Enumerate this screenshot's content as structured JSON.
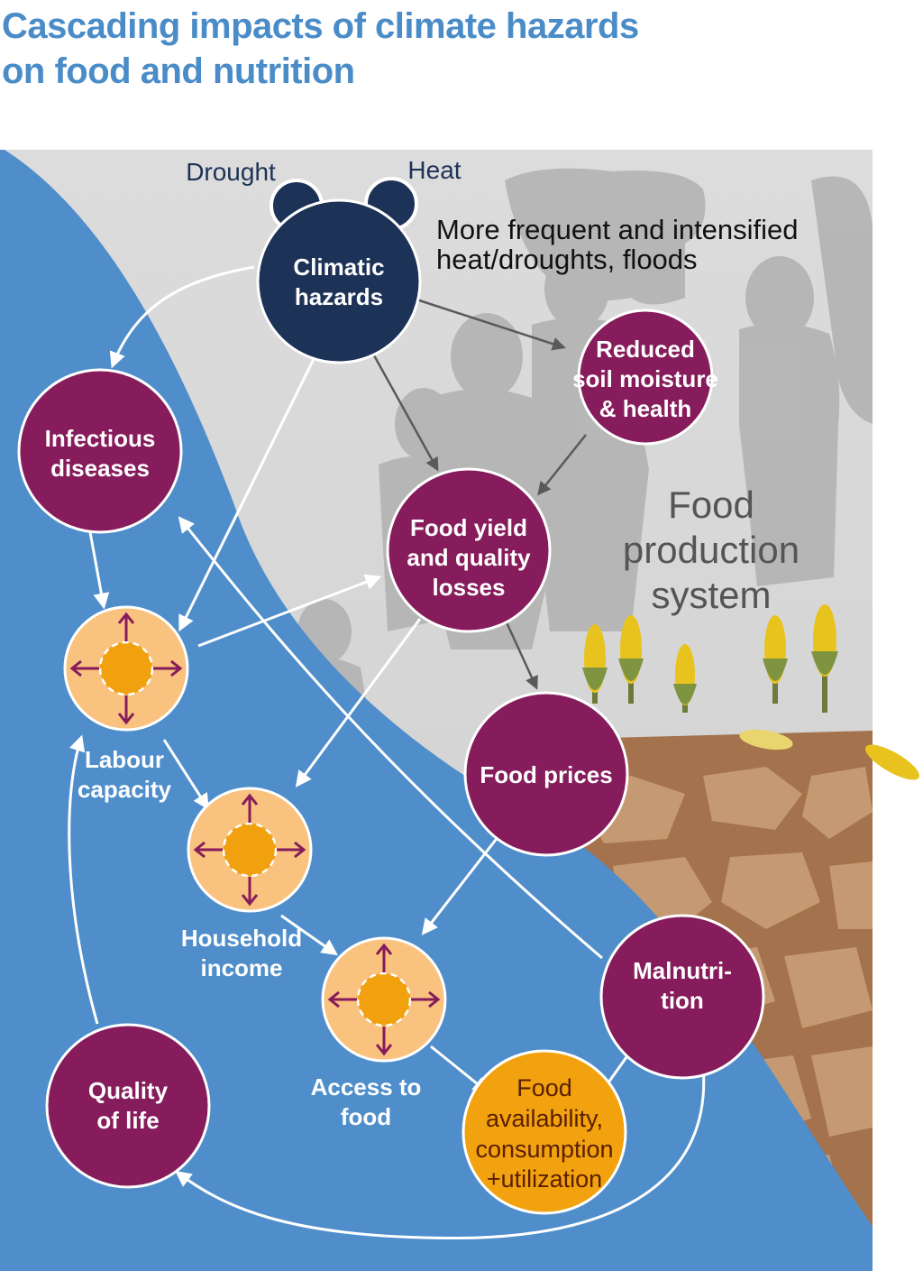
{
  "title": {
    "line1": "Cascading impacts of climate hazards",
    "line2": "on food and nutrition"
  },
  "hazards": {
    "drought": "Drought",
    "heat": "Heat",
    "center": [
      "Climatic",
      "hazards"
    ],
    "note": [
      "More frequent and intensified",
      "heat/droughts, floods"
    ]
  },
  "system_label": [
    "Food",
    "production",
    "system"
  ],
  "nodes": {
    "soil": [
      "Reduced",
      "soil moisture",
      "& health"
    ],
    "infectious": [
      "Infectious",
      "diseases"
    ],
    "yield": [
      "Food yield",
      "and quality",
      "losses"
    ],
    "prices": [
      "Food prices"
    ],
    "malnutrition": [
      "Malnutri-",
      "tion"
    ],
    "quality_of_life": [
      "Quality",
      "of life"
    ]
  },
  "capacities": {
    "labour": [
      "Labour",
      "capacity"
    ],
    "income": [
      "Household",
      "income"
    ],
    "access": [
      "Access to",
      "food"
    ]
  },
  "availability": [
    "Food",
    "availability,",
    "consumption",
    "+utilization"
  ],
  "colors": {
    "title": "#4a8cc8",
    "blue_panel": "#4f8ecb",
    "grey_bg": "#d5d5d5",
    "hazard_navy": "#1c3256",
    "node_purple": "#861c5b",
    "capacity_fill": "#f9c27e",
    "capacity_core": "#f1a10e",
    "availability_orange": "#f2a20e",
    "arrow_grey": "#5a5a5a",
    "soil_brown": "#9c6b45"
  }
}
